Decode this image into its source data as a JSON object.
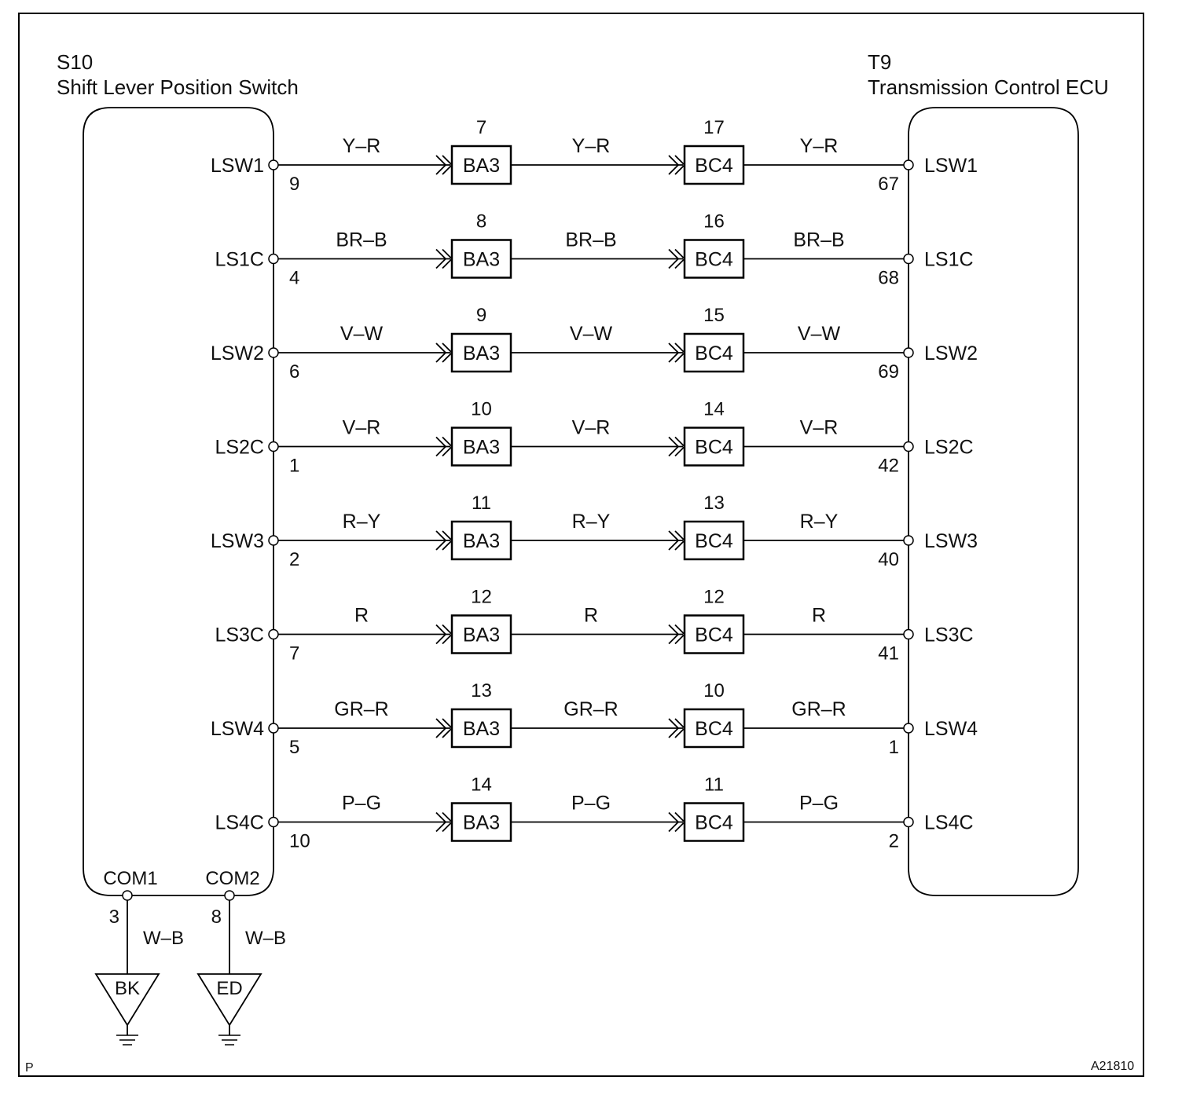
{
  "left_component": {
    "code": "S10",
    "name": "Shift Lever Position Switch"
  },
  "right_component": {
    "code": "T9",
    "name": "Transmission Control ECU"
  },
  "circuits": [
    {
      "signal_left": "LSW1",
      "pin_left": "9",
      "wire1": "Y–R",
      "ba_pin": "7",
      "ba": "BA3",
      "wire2": "Y–R",
      "bc_pin": "17",
      "bc": "BC4",
      "wire3": "Y–R",
      "pin_right": "67",
      "signal_right": "LSW1"
    },
    {
      "signal_left": "LS1C",
      "pin_left": "4",
      "wire1": "BR–B",
      "ba_pin": "8",
      "ba": "BA3",
      "wire2": "BR–B",
      "bc_pin": "16",
      "bc": "BC4",
      "wire3": "BR–B",
      "pin_right": "68",
      "signal_right": "LS1C"
    },
    {
      "signal_left": "LSW2",
      "pin_left": "6",
      "wire1": "V–W",
      "ba_pin": "9",
      "ba": "BA3",
      "wire2": "V–W",
      "bc_pin": "15",
      "bc": "BC4",
      "wire3": "V–W",
      "pin_right": "69",
      "signal_right": "LSW2"
    },
    {
      "signal_left": "LS2C",
      "pin_left": "1",
      "wire1": "V–R",
      "ba_pin": "10",
      "ba": "BA3",
      "wire2": "V–R",
      "bc_pin": "14",
      "bc": "BC4",
      "wire3": "V–R",
      "pin_right": "42",
      "signal_right": "LS2C"
    },
    {
      "signal_left": "LSW3",
      "pin_left": "2",
      "wire1": "R–Y",
      "ba_pin": "11",
      "ba": "BA3",
      "wire2": "R–Y",
      "bc_pin": "13",
      "bc": "BC4",
      "wire3": "R–Y",
      "pin_right": "40",
      "signal_right": "LSW3"
    },
    {
      "signal_left": "LS3C",
      "pin_left": "7",
      "wire1": "R",
      "ba_pin": "12",
      "ba": "BA3",
      "wire2": "R",
      "bc_pin": "12",
      "bc": "BC4",
      "wire3": "R",
      "pin_right": "41",
      "signal_right": "LS3C"
    },
    {
      "signal_left": "LSW4",
      "pin_left": "5",
      "wire1": "GR–R",
      "ba_pin": "13",
      "ba": "BA3",
      "wire2": "GR–R",
      "bc_pin": "10",
      "bc": "BC4",
      "wire3": "GR–R",
      "pin_right": "1",
      "signal_right": "LSW4"
    },
    {
      "signal_left": "LS4C",
      "pin_left": "10",
      "wire1": "P–G",
      "ba_pin": "14",
      "ba": "BA3",
      "wire2": "P–G",
      "bc_pin": "11",
      "bc": "BC4",
      "wire3": "P–G",
      "pin_right": "2",
      "signal_right": "LS4C"
    }
  ],
  "grounds": [
    {
      "terminal": "COM1",
      "pin": "3",
      "wire": "W–B",
      "ground_point": "BK"
    },
    {
      "terminal": "COM2",
      "pin": "8",
      "wire": "W–B",
      "ground_point": "ED"
    }
  ],
  "footer": {
    "corner_mark": "P",
    "figure_code": "A21810"
  },
  "colors": {
    "line": "#000000",
    "background": "#ffffff"
  }
}
